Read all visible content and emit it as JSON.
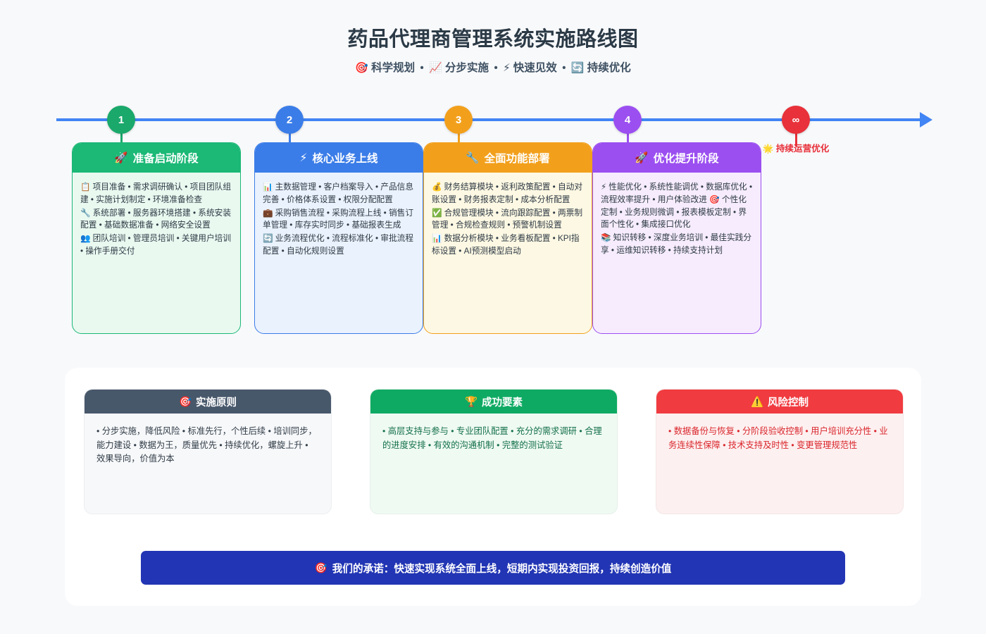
{
  "header": {
    "title": "药品代理商管理系统实施路线图",
    "subtitle_items": [
      {
        "icon": "🎯",
        "label": "科学规划"
      },
      {
        "icon": "📈",
        "label": "分步实施"
      },
      {
        "icon": "⚡",
        "label": "快速见效"
      },
      {
        "icon": "🔄",
        "label": "持续优化"
      }
    ],
    "separator": "•"
  },
  "timeline": {
    "line_color": "#4285f4",
    "nodes": [
      {
        "label": "1",
        "color": "#1aa86b"
      },
      {
        "label": "2",
        "color": "#3b7de8"
      },
      {
        "label": "3",
        "color": "#f2a01c"
      },
      {
        "label": "4",
        "color": "#9b4ff0"
      },
      {
        "label": "∞",
        "color": "#e8313a"
      }
    ]
  },
  "phases": [
    {
      "title": "准备启动阶段",
      "icon": "🚀",
      "header_color": "#1bb876",
      "border_color": "#1bb876",
      "body_bg": "#e9f9f0",
      "items": [
        {
          "icon": "📋",
          "text": "项目准备 • 需求调研确认 • 项目团队组建 • 实施计划制定 • 环境准备检查"
        },
        {
          "icon": "🔧",
          "text": "系统部署 • 服务器环境搭建 • 系统安装配置 • 基础数据准备 • 网络安全设置"
        },
        {
          "icon": "👥",
          "text": "团队培训 • 管理员培训 • 关键用户培训 • 操作手册交付"
        }
      ]
    },
    {
      "title": "核心业务上线",
      "icon": "⚡",
      "header_color": "#3b7de8",
      "border_color": "#3b7de8",
      "body_bg": "#eaf2fd",
      "items": [
        {
          "icon": "📊",
          "text": "主数据管理 • 客户档案导入 • 产品信息完善 • 价格体系设置 • 权限分配配置"
        },
        {
          "icon": "💼",
          "text": "采购销售流程 • 采购流程上线 • 销售订单管理 • 库存实时同步 • 基础报表生成"
        },
        {
          "icon": "🔄",
          "text": "业务流程优化 • 流程标准化 • 审批流程配置 • 自动化规则设置"
        }
      ]
    },
    {
      "title": "全面功能部署",
      "icon": "🔧",
      "header_color": "#f2a01c",
      "border_color": "#f2a01c",
      "body_bg": "#fdf8e3",
      "items": [
        {
          "icon": "💰",
          "text": "财务结算模块 • 返利政策配置 • 自动对账设置 • 财务报表定制 • 成本分析配置"
        },
        {
          "icon": "✅",
          "text": "合规管理模块 • 流向跟踪配置 • 两票制管理 • 合规检查规则 • 预警机制设置"
        },
        {
          "icon": "📊",
          "text": "数据分析模块 • 业务看板配置 • KPI指标设置 • AI预测模型启动"
        }
      ]
    },
    {
      "title": "优化提升阶段",
      "icon": "🚀",
      "header_color": "#9b4ff0",
      "border_color": "#9b4ff0",
      "body_bg": "#f6ecfd",
      "items": [
        {
          "icon": "⚡",
          "text": "性能优化 • 系统性能调优 • 数据库优化 • 流程效率提升 • 用户体验改进 🎯 个性化定制 • 业务规则微调 • 报表模板定制 • 界面个性化 • 集成接口优化"
        },
        {
          "icon": "📚",
          "text": "知识转移 • 深度业务培训 • 最佳实践分享 • 运维知识转移 • 持续支持计划"
        }
      ]
    }
  ],
  "final_stage": {
    "icon": "🌟",
    "label": "持续运营优化",
    "color": "#e8313a"
  },
  "panels": [
    {
      "title": "实施原则",
      "icon": "🎯",
      "header_color": "#48586b",
      "body_bg": "#f7f8fa",
      "text_color": "#2f3b46",
      "body": "• 分步实施，降低风险 • 标准先行，个性后续 • 培训同步，能力建设 • 数据为王，质量优先 • 持续优化，螺旋上升 • 效果导向，价值为本"
    },
    {
      "title": "成功要素",
      "icon": "🏆",
      "header_color": "#0eaa63",
      "body_bg": "#effaf3",
      "text_color": "#14704a",
      "body": "• 高层支持与参与 • 专业团队配置 • 充分的需求调研 • 合理的进度安排 • 有效的沟通机制 • 完整的测试验证"
    },
    {
      "title": "风险控制",
      "icon": "⚠️",
      "header_color": "#f03b40",
      "body_bg": "#fdf0f0",
      "text_color": "#d9262c",
      "body": "• 数据备份与恢复 • 分阶段验收控制 • 用户培训充分性 • 业务连续性保障 • 技术支持及时性 • 变更管理规范性"
    }
  ],
  "banner": {
    "icon": "🎯",
    "text": "我们的承诺：快速实现系统全面上线，短期内实现投资回报，持续创造价值",
    "bg_color": "#2235b4"
  }
}
